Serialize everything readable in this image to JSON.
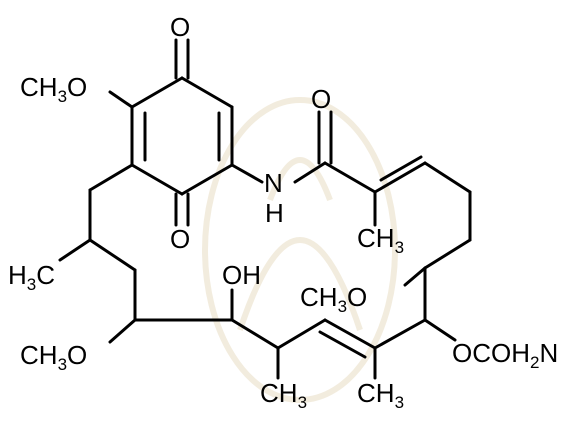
{
  "labels": {
    "o_top": "O",
    "ch3o_top": "CH",
    "ch3o_top_sub": "3",
    "ch3o_top_o": "O",
    "o_amide": "O",
    "n_amide": "N",
    "h_amide": "H",
    "o_quinone_bottom": "O",
    "ch3_vinyl": "CH",
    "ch3_vinyl_sub": "3",
    "h3c": "H",
    "h3c_sub": "3",
    "h3c_c": "C",
    "oh": "OH",
    "ch3o_mid": "CH",
    "ch3o_mid_sub": "3",
    "ch3o_mid_o": "O",
    "ch3o_left": "CH",
    "ch3o_left_sub": "3",
    "ch3o_left_o": "O",
    "ococh2n": "OCOH",
    "ococh2n_sub": "2",
    "ococh2n_n": "N",
    "ch3_bottom1": "CH",
    "ch3_bottom1_sub": "3",
    "ch3_bottom2": "CH",
    "ch3_bottom2_sub": "3"
  }
}
